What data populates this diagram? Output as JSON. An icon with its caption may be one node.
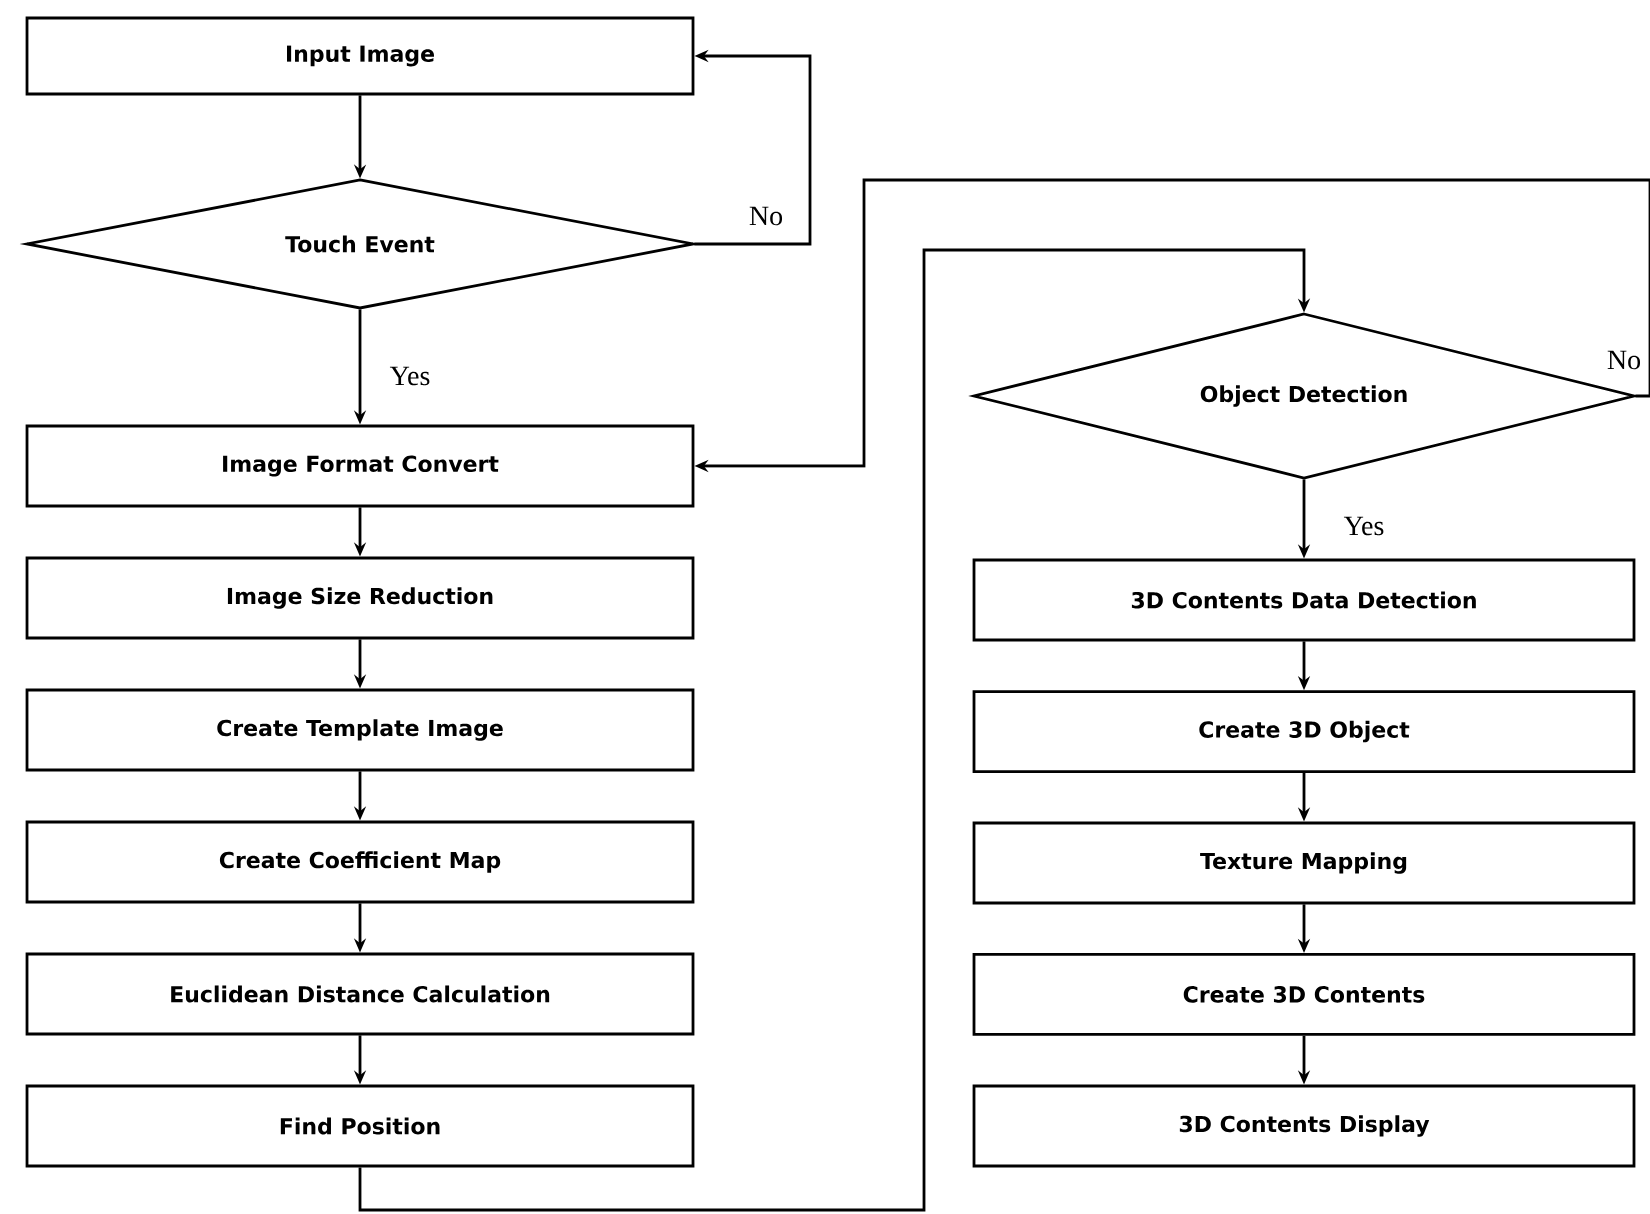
{
  "diagram": {
    "nodes": [
      {
        "text": [
          "Input Image"
        ]
      },
      {
        "text": [
          "Touch Event"
        ]
      },
      {
        "text": [
          "Image Format Convert"
        ]
      },
      {
        "text": [
          "Image Size Reduction"
        ]
      },
      {
        "text": [
          "Create Template Image"
        ]
      },
      {
        "text": [
          "Create Coefficient Map"
        ]
      },
      {
        "text": [
          "Euclidean Distance Calculation"
        ]
      },
      {
        "text": [
          "Find Position"
        ]
      },
      {
        "text": [
          "Object Detection"
        ]
      },
      {
        "text": [
          "3D Contents Data Detection"
        ]
      },
      {
        "text": [
          "Create 3D Object"
        ]
      },
      {
        "text": [
          "Texture Mapping"
        ]
      },
      {
        "text": [
          "Create 3D Contents"
        ]
      },
      {
        "text": [
          "3D Contents Display"
        ]
      }
    ],
    "edges": [
      {
        "from": 0,
        "to": 1,
        "arrow": "to"
      },
      {
        "from": 1,
        "to": 0,
        "arrow": "to",
        "label": "No"
      },
      {
        "from": 1,
        "to": 2,
        "arrow": "to",
        "label": "Yes"
      },
      {
        "from": 2,
        "to": 3,
        "arrow": "to"
      },
      {
        "from": 3,
        "to": 4,
        "arrow": "to"
      },
      {
        "from": 4,
        "to": 5,
        "arrow": "to"
      },
      {
        "from": 5,
        "to": 6,
        "arrow": "to"
      },
      {
        "from": 6,
        "to": 7,
        "arrow": "to"
      },
      {
        "from": 7,
        "to": 8,
        "arrow": "to"
      },
      {
        "from": 8,
        "to": 2,
        "arrow": "to",
        "label": "No"
      },
      {
        "from": 8,
        "to": 9,
        "arrow": "to",
        "label": "Yes"
      },
      {
        "from": 9,
        "to": 10,
        "arrow": "to"
      },
      {
        "from": 10,
        "to": 11,
        "arrow": "to"
      },
      {
        "from": 11,
        "to": 12,
        "arrow": "to"
      },
      {
        "from": 12,
        "to": 13,
        "arrow": "to"
      }
    ]
  }
}
